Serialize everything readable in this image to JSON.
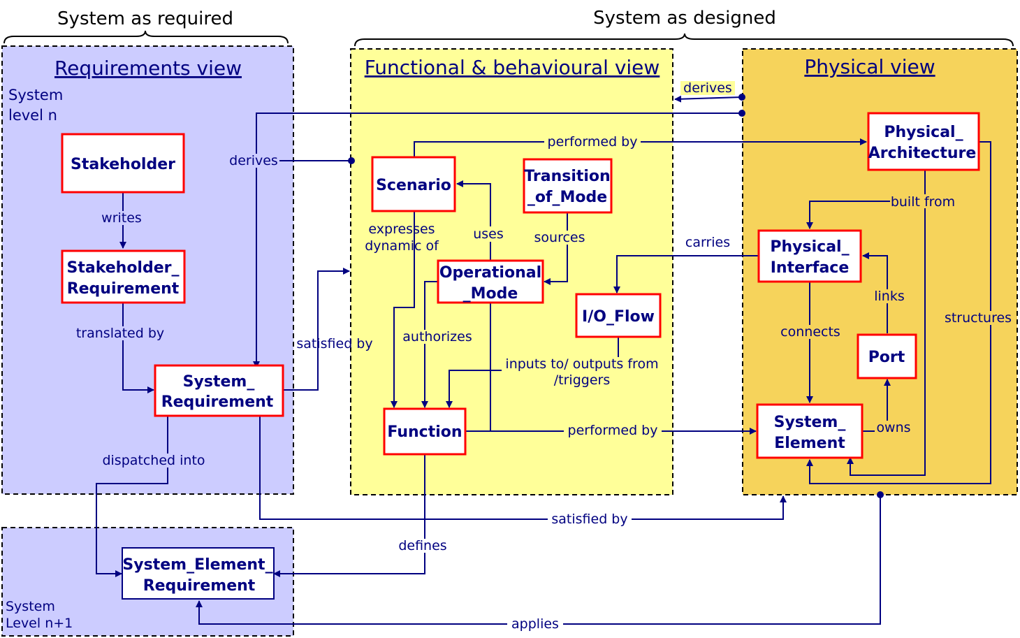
{
  "headers": {
    "required": "System as required",
    "designed": "System as designed"
  },
  "views": {
    "requirements": "Requirements view",
    "functional": "Functional & behavioural view",
    "physical": "Physical view"
  },
  "system_levels": {
    "n_line1": "System",
    "n_line2": "level n",
    "n1_line1": "System",
    "n1_line2": "Level n+1"
  },
  "nodes": {
    "stakeholder": [
      "Stakeholder"
    ],
    "stakeholder_requirement": [
      "Stakeholder_",
      "Requirement"
    ],
    "system_requirement": [
      "System_",
      "Requirement"
    ],
    "system_element_requirement": [
      "System_Element_",
      "Requirement"
    ],
    "scenario": [
      "Scenario"
    ],
    "transition_of_mode": [
      "Transition",
      "_of_Mode"
    ],
    "operational_mode": [
      "Operational",
      "_Mode"
    ],
    "io_flow": [
      "I/O_Flow"
    ],
    "function": [
      "Function"
    ],
    "physical_architecture": [
      "Physical_",
      "Architecture"
    ],
    "physical_interface": [
      "Physical_",
      "Interface"
    ],
    "port": [
      "Port"
    ],
    "system_element": [
      "System_",
      "Element"
    ]
  },
  "edges": {
    "writes": "writes",
    "translated_by": "translated by",
    "derives_left": "derives",
    "derives_top": "derives",
    "satisfied_by_1": "satisfied by",
    "satisfied_by_2": "satisfied by",
    "dispatched_into": "dispatched into",
    "performed_by_top": "performed by",
    "performed_by_bottom": "performed by",
    "expresses_1": "expresses",
    "expresses_2": "dynamic of",
    "uses": "uses",
    "sources": "sources",
    "authorizes": "authorizes",
    "carries": "carries",
    "inputs_1": "inputs to/ outputs from",
    "inputs_2": "/triggers",
    "built_from": "built from",
    "links": "links",
    "connects": "connects",
    "structures": "structures",
    "owns": "owns",
    "defines": "defines",
    "applies": "applies"
  },
  "colors": {
    "requirements_bg": "#ccccff",
    "functional_bg": "#ffff99",
    "physical_bg": "#f6d35b",
    "node_border_red": "#ff0000",
    "node_border_navy": "#000080",
    "line": "#000080"
  }
}
